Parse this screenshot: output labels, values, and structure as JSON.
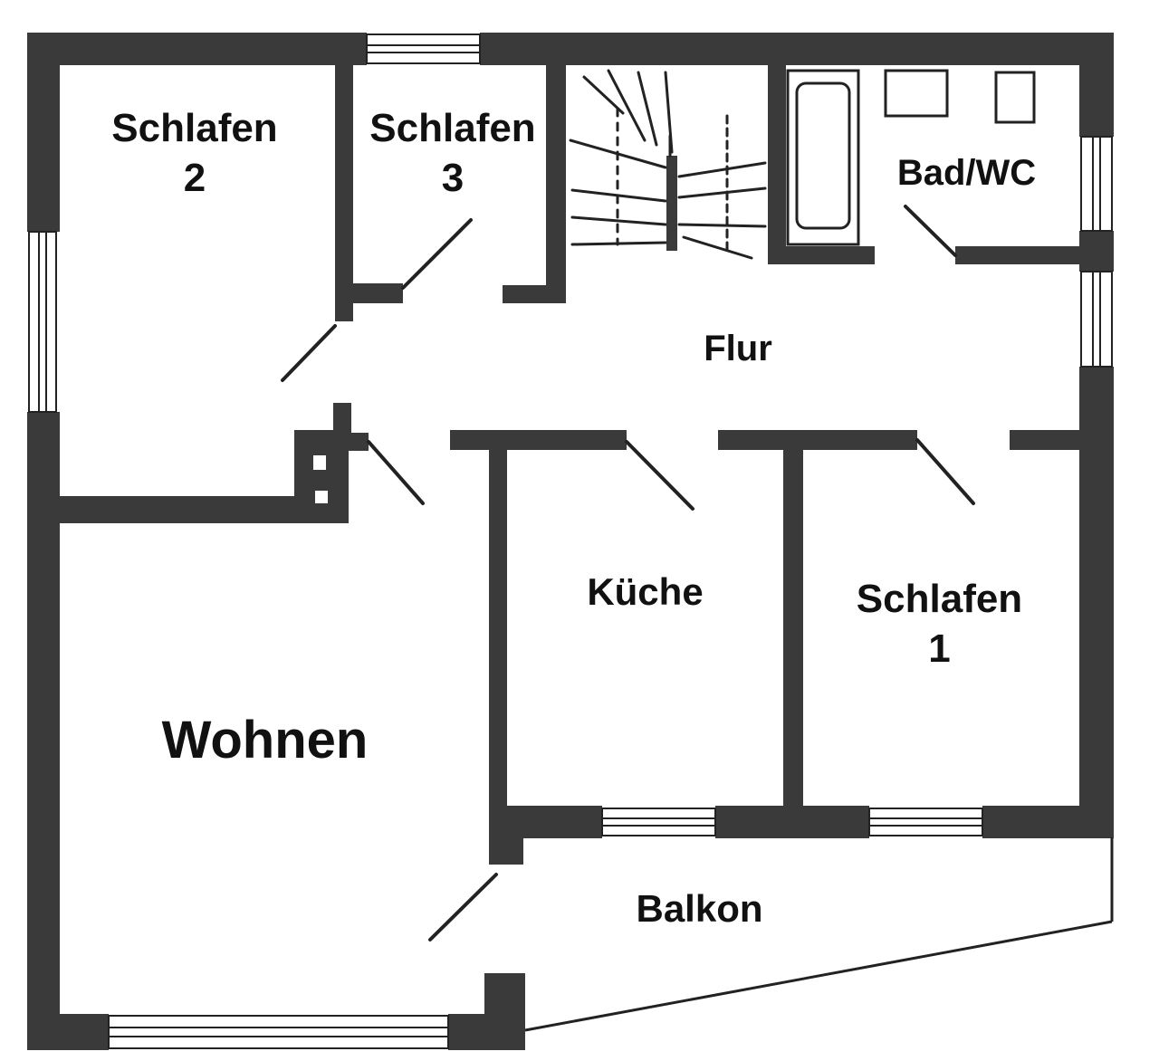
{
  "plan": {
    "colors": {
      "wall": "#3a3a3a",
      "wall_dark": "#262626",
      "line": "#222222",
      "window_fill": "#ffffff",
      "paper": "#ffffff"
    },
    "rooms": {
      "schlafen2": {
        "name": "Schlafen",
        "number": "2"
      },
      "schlafen3": {
        "name": "Schlafen",
        "number": "3"
      },
      "bad": {
        "name": "Bad/WC"
      },
      "flur": {
        "name": "Flur"
      },
      "kueche": {
        "name": "Küche"
      },
      "schlafen1": {
        "name": "Schlafen",
        "number": "1"
      },
      "wohnen": {
        "name": "Wohnen"
      },
      "balkon": {
        "name": "Balkon"
      }
    }
  }
}
